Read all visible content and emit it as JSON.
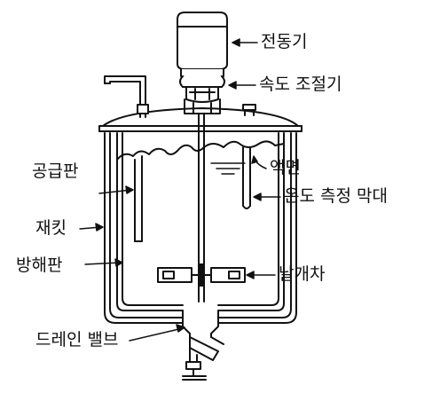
{
  "labels": {
    "motor": "전동기",
    "speed_controller": "속도 조절기",
    "feed_pipe": "공급판",
    "liquid_level": "액면",
    "temp_rod": "온도 측정 막대",
    "jacket": "재킷",
    "baffle": "방해판",
    "impeller": "날개차",
    "drain_valve": "드레인 밸브"
  },
  "colors": {
    "line": "#111111",
    "background": "#ffffff"
  }
}
